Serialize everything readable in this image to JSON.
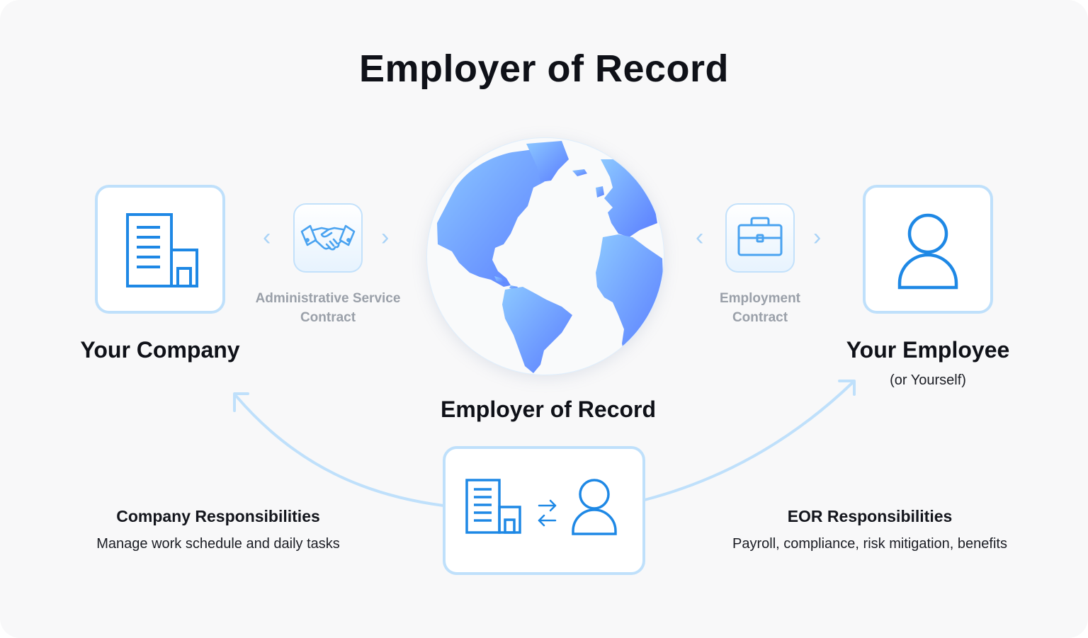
{
  "title": "Employer of Record",
  "company": {
    "label": "Your Company",
    "icon": "building-icon"
  },
  "employee": {
    "label": "Your Employee",
    "sublabel": "(or Yourself)",
    "icon": "person-icon"
  },
  "center": {
    "label": "Employer of Record",
    "icon": "globe-icon"
  },
  "contracts": [
    {
      "label_line1": "Administrative Service",
      "label_line2": "Contract",
      "icon": "handshake-icon"
    },
    {
      "label_line1": "Employment",
      "label_line2": "Contract",
      "icon": "briefcase-icon"
    }
  ],
  "responsibilities": {
    "company": {
      "title": "Company Responsibilities",
      "text": "Manage work schedule and daily tasks"
    },
    "eor": {
      "title": "EOR Responsibilities",
      "text": "Payroll, compliance, risk mitigation, benefits"
    }
  },
  "exchange_icon": "swap-arrows-icon",
  "colors": {
    "background": "#f8f8f9",
    "icon_blue": "#1e88e5",
    "light_blue": "#bfe0fb",
    "globe_light": "#8cc8ff",
    "globe_dark": "#5a7dff",
    "title_text": "#0f1118",
    "muted_text": "#9aa0a9"
  }
}
